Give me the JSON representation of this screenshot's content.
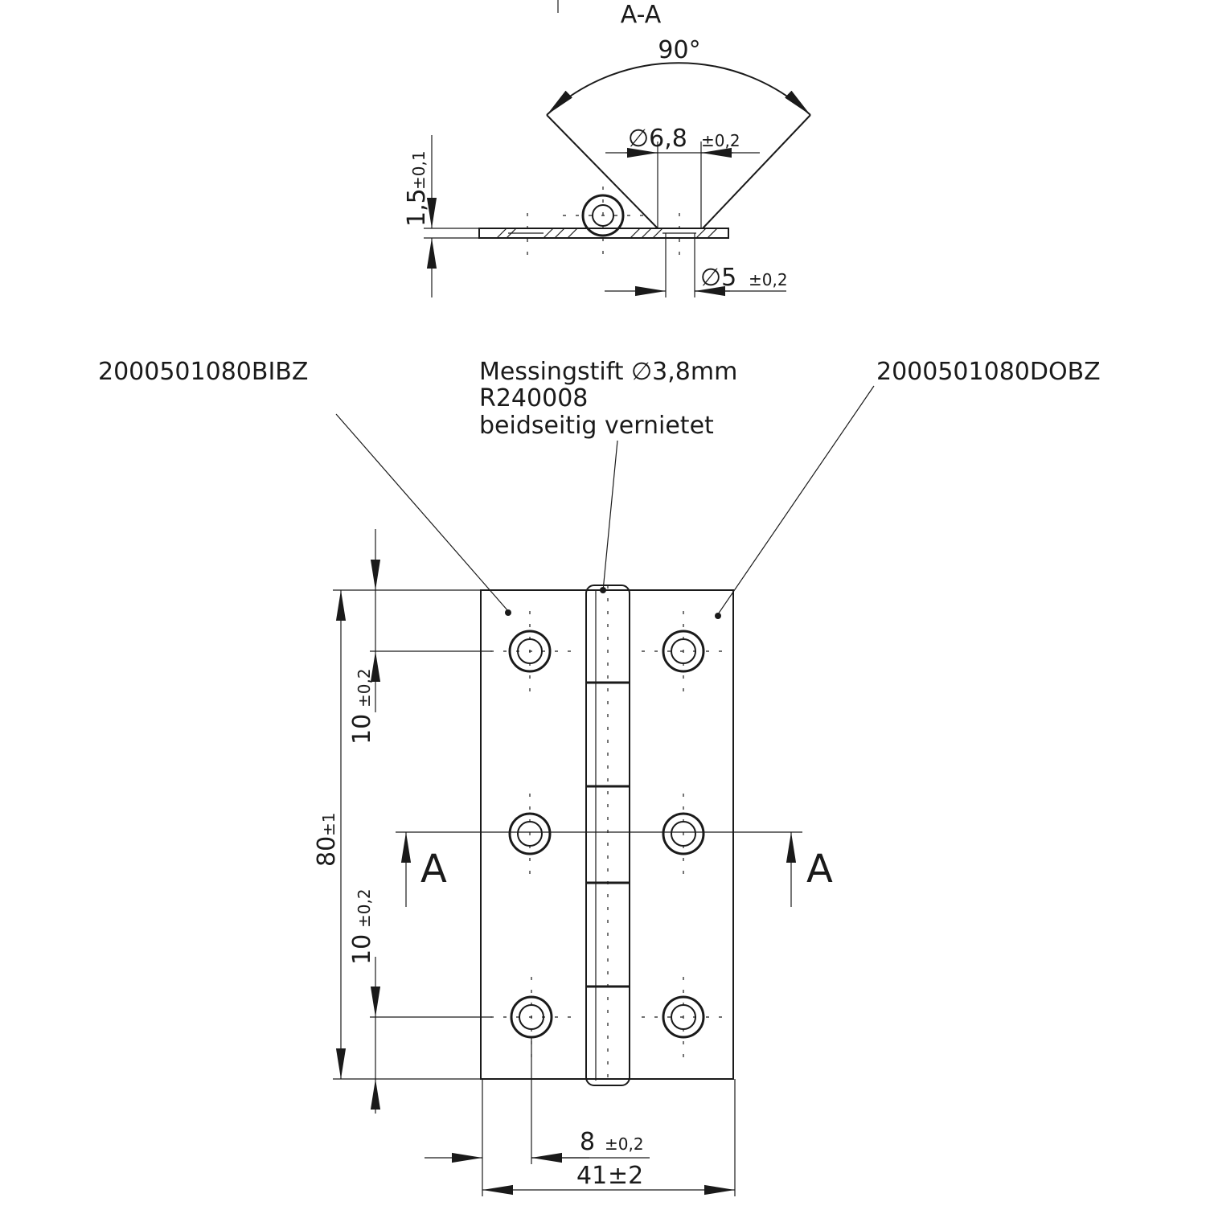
{
  "section_view": {
    "title": "A-A",
    "angle": "90°",
    "pin_dia": "∅6,8",
    "pin_dia_tol": "±0,2",
    "thickness": "1,5",
    "thickness_tol": "±0,1",
    "hole_dia": "∅5",
    "hole_dia_tol": "±0,2"
  },
  "callouts": {
    "left_part": "2000501080BIBZ",
    "right_part": "2000501080DOBZ",
    "pin_line1": "Messingstift  ∅3,8mm",
    "pin_line2": "R240008",
    "pin_line3": "beidseitig vernietet"
  },
  "dimensions": {
    "top_offset": "10",
    "top_offset_tol": "±0,2",
    "bottom_offset": "10",
    "bottom_offset_tol": "±0,2",
    "height": "80",
    "height_tol": "±1",
    "hole_edge": "8",
    "hole_edge_tol": "±0,2",
    "width": "41",
    "width_tol": "±2"
  },
  "section_marks": {
    "left": "A",
    "right": "A"
  }
}
